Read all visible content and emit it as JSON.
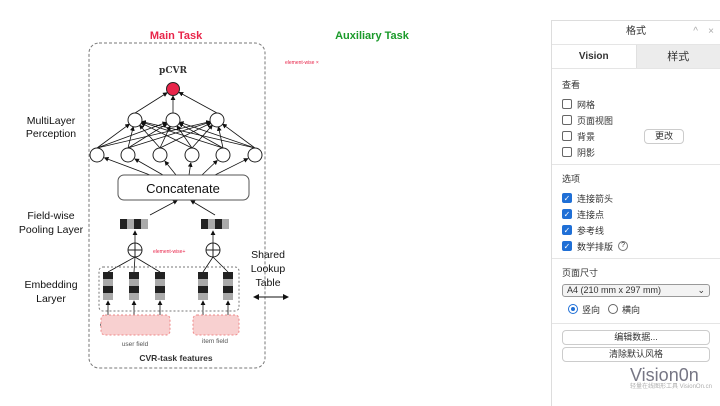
{
  "diagram": {
    "main_task": "Main Task",
    "aux_task": "Auxiliary Task",
    "element_wise_mult": "element-wise ×",
    "output": "pCVR",
    "concat": "Concatenate",
    "element_wise_add": "element-wise+",
    "labels": {
      "mlp": [
        "MultiLayer",
        "Perception"
      ],
      "pool": [
        "Field-wise",
        "Pooling Layer"
      ],
      "emb": [
        "Embedding",
        "Laryer"
      ],
      "shared": [
        "Shared",
        "Lookup",
        "Table"
      ]
    },
    "user_field": "user field",
    "item_field": "item field",
    "features": "CVR-task features",
    "colors": {
      "main": "#e8254a",
      "aux": "#1a9a2a",
      "field_bg": "#f8d0d0"
    }
  },
  "panel": {
    "title": "格式",
    "collapse": "^",
    "close": "×",
    "tabs": [
      {
        "label": "Vision",
        "active": true
      },
      {
        "label": "样式",
        "active": false
      }
    ],
    "view": {
      "heading": "查看",
      "items": [
        {
          "label": "网格",
          "checked": false
        },
        {
          "label": "页面视图",
          "checked": false
        },
        {
          "label": "背景",
          "checked": false
        },
        {
          "label": "阴影",
          "checked": false
        }
      ],
      "change_button": "更改"
    },
    "options": {
      "heading": "选项",
      "items": [
        {
          "label": "连接箭头",
          "checked": true
        },
        {
          "label": "连接点",
          "checked": true
        },
        {
          "label": "参考线",
          "checked": true
        },
        {
          "label": "数学排版",
          "checked": true
        }
      ],
      "help": "?"
    },
    "page_size": {
      "heading": "页面尺寸",
      "value": "A4 (210 mm x 297 mm)",
      "orientation": [
        {
          "label": "竖向",
          "selected": true
        },
        {
          "label": "横向",
          "selected": false
        }
      ]
    },
    "edit_data": "编辑数据...",
    "clear_style": "清除默认风格",
    "watermark": "Vision0n",
    "watermark_sub": "轻量在线图形工具 VisionOn.cn"
  }
}
